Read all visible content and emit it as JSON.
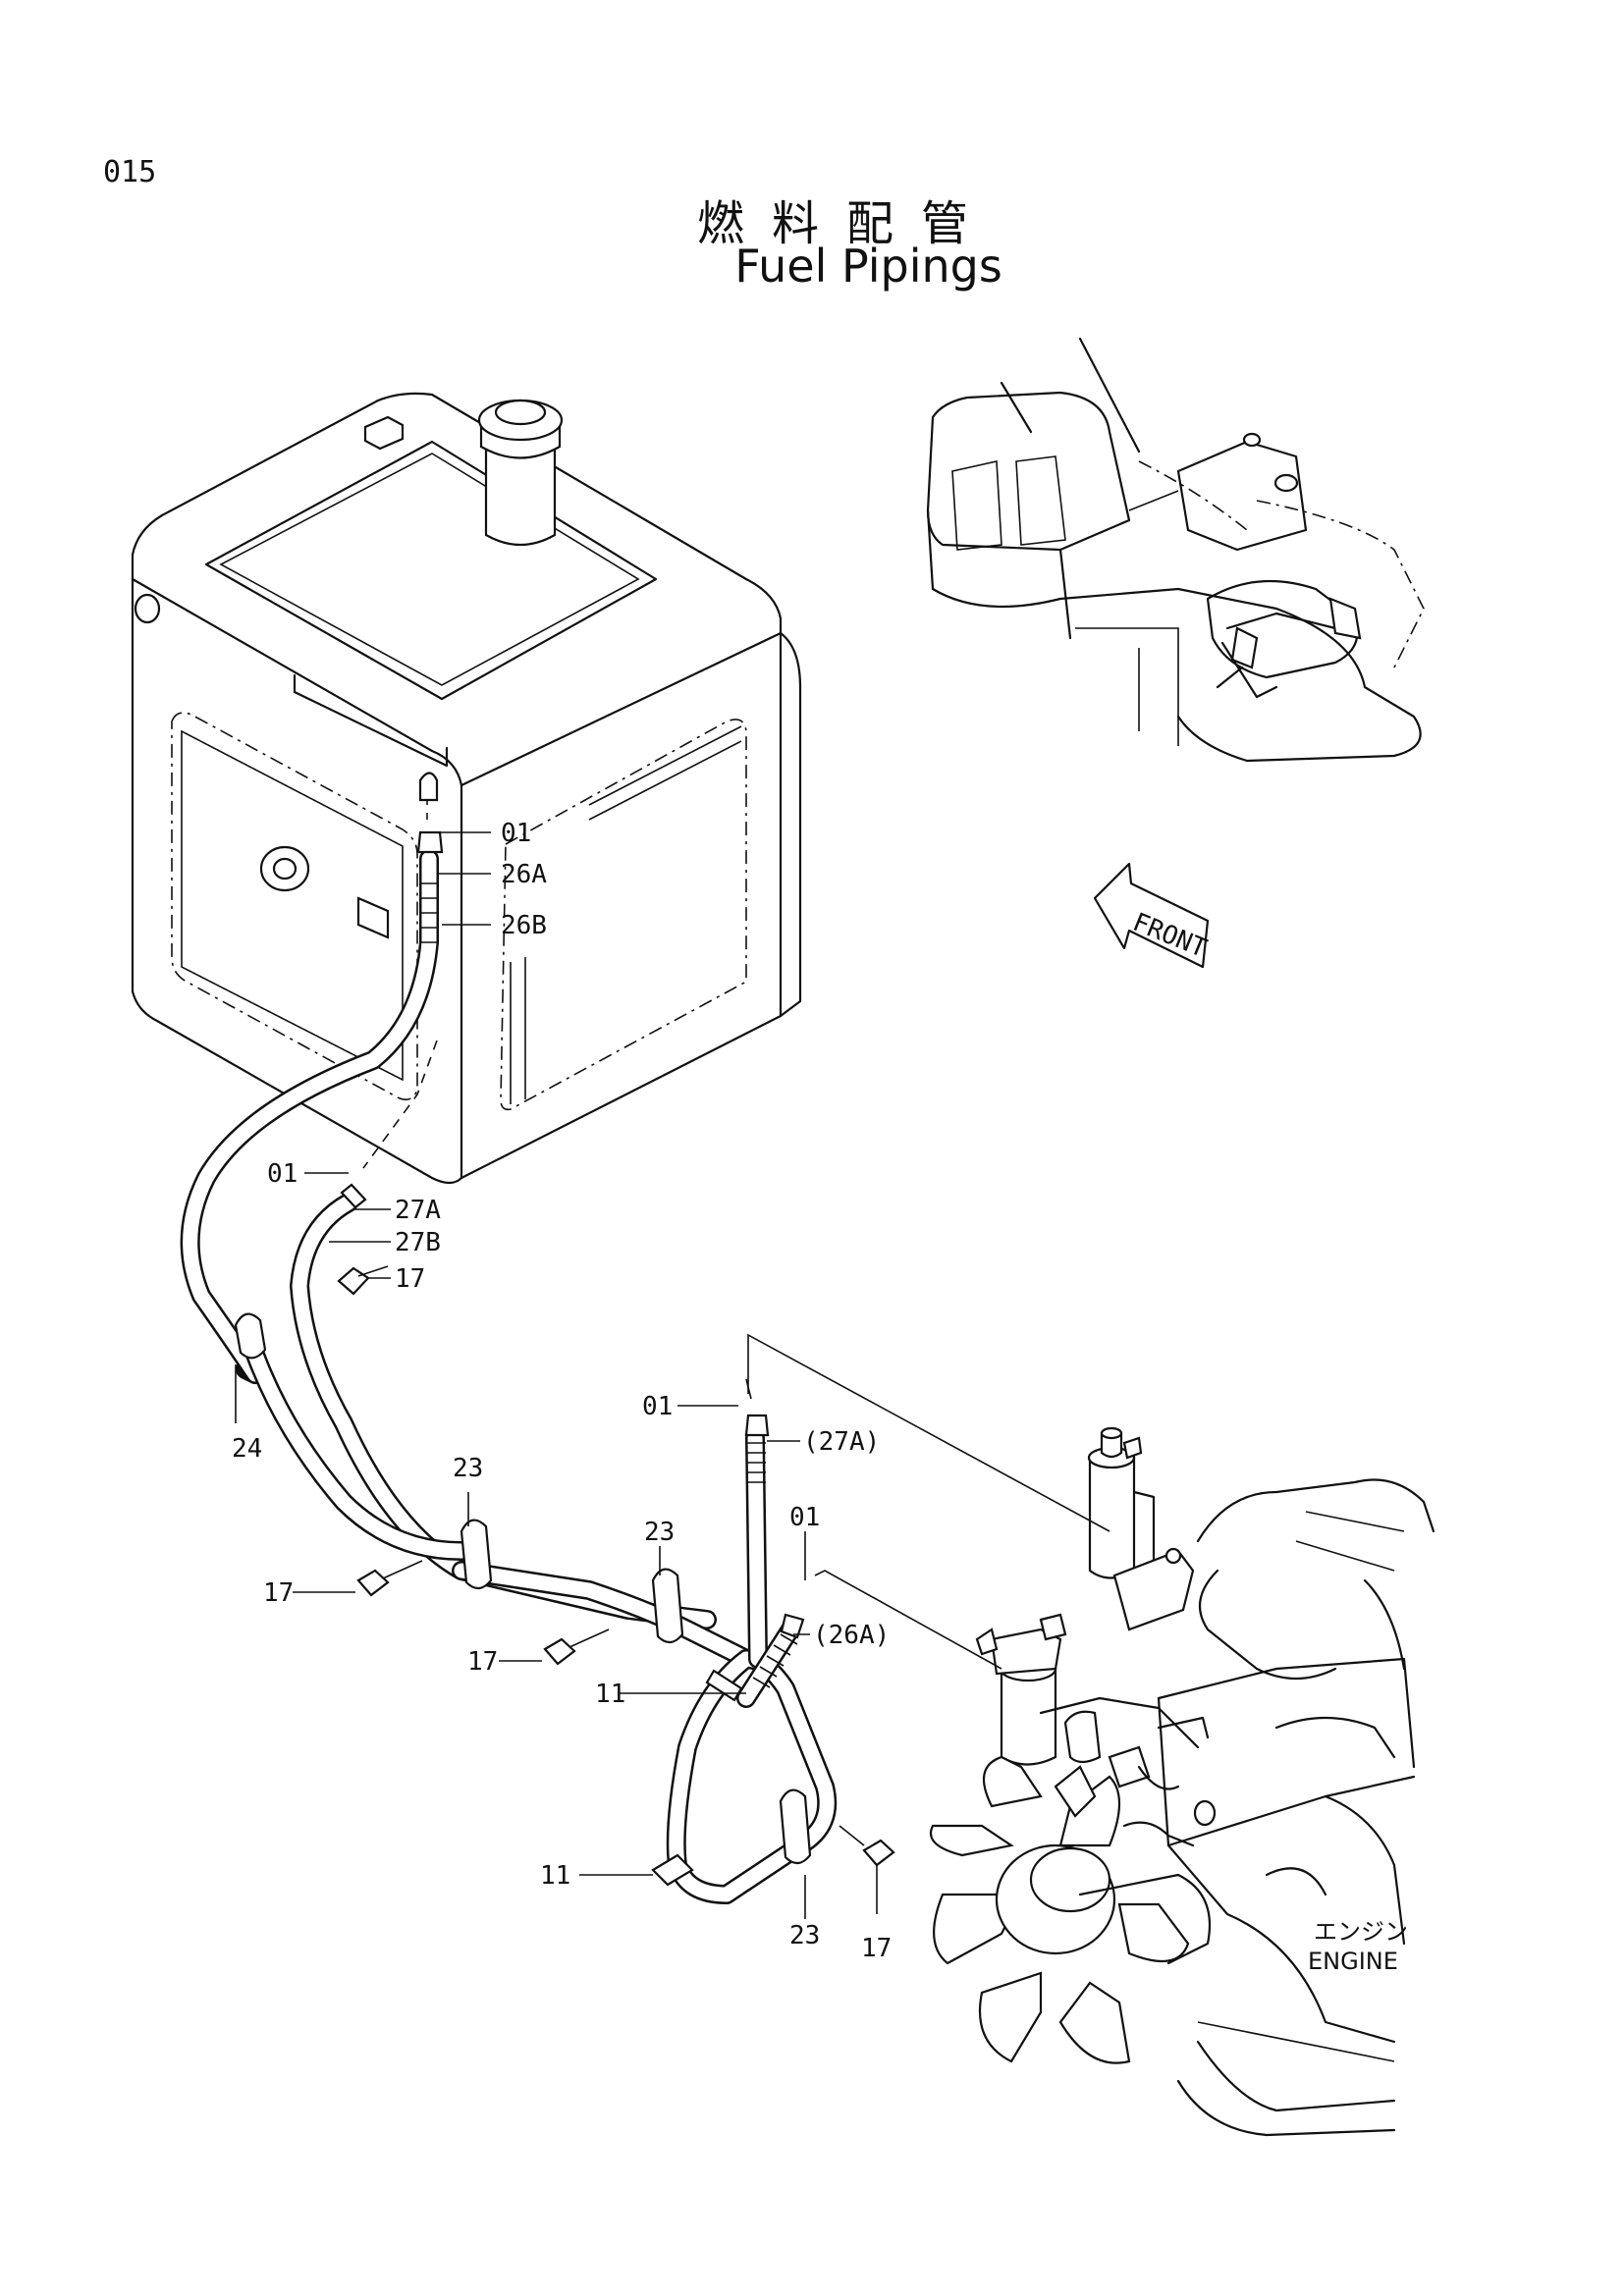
{
  "page_number": "015",
  "title_jp": "燃料配管",
  "title_en": "Fuel Pipings",
  "direction_marker": "FRONT",
  "engine_label_jp": "エンジン",
  "engine_label_en": "ENGINE",
  "callouts": {
    "c01_tank_top": "01",
    "c26a": "26A",
    "c26b": "26B",
    "c01_tank_bottom": "01",
    "c27a": "27A",
    "c27b": "27B",
    "c17_upper": "17",
    "c24": "24",
    "c01_engine_top": "01",
    "c27a_ref": "(27A)",
    "c23_left": "23",
    "c23_middle": "23",
    "c01_engine_mid": "01",
    "c17_left": "17",
    "c26a_ref": "(26A)",
    "c17_middle": "17",
    "c11_upper": "11",
    "c11_lower": "11",
    "c23_lower": "23",
    "c17_lower": "17"
  }
}
